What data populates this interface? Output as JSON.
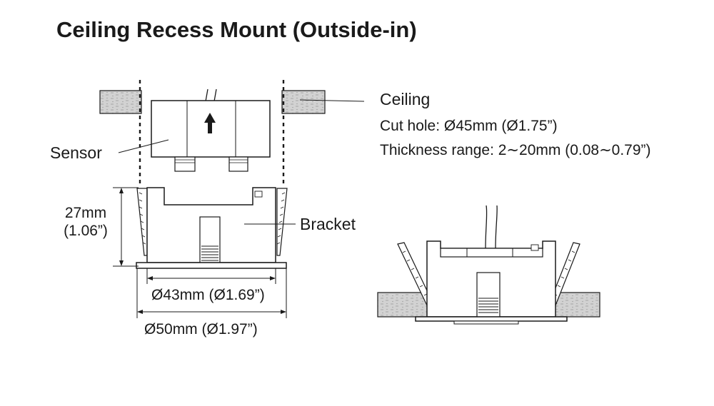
{
  "title": "Ceiling Recess Mount (Outside-in)",
  "labels": {
    "ceiling": "Ceiling",
    "cut_hole": "Cut hole: Ø45mm (Ø1.75”)",
    "thickness": "Thickness range: 2∼20mm (0.08∼0.79”)",
    "sensor": "Sensor",
    "bracket": "Bracket",
    "height_mm": "27mm",
    "height_in": "(1.06”)",
    "inner_dia": "Ø43mm (Ø1.69”)",
    "outer_dia": "Ø50mm (Ø1.97”)"
  },
  "colors": {
    "line": "#1a1a1a",
    "ceiling_fill": "#cfcfcf",
    "part_fill": "#ffffff"
  },
  "icons": {
    "direction_arrow": "up-arrow-icon"
  }
}
